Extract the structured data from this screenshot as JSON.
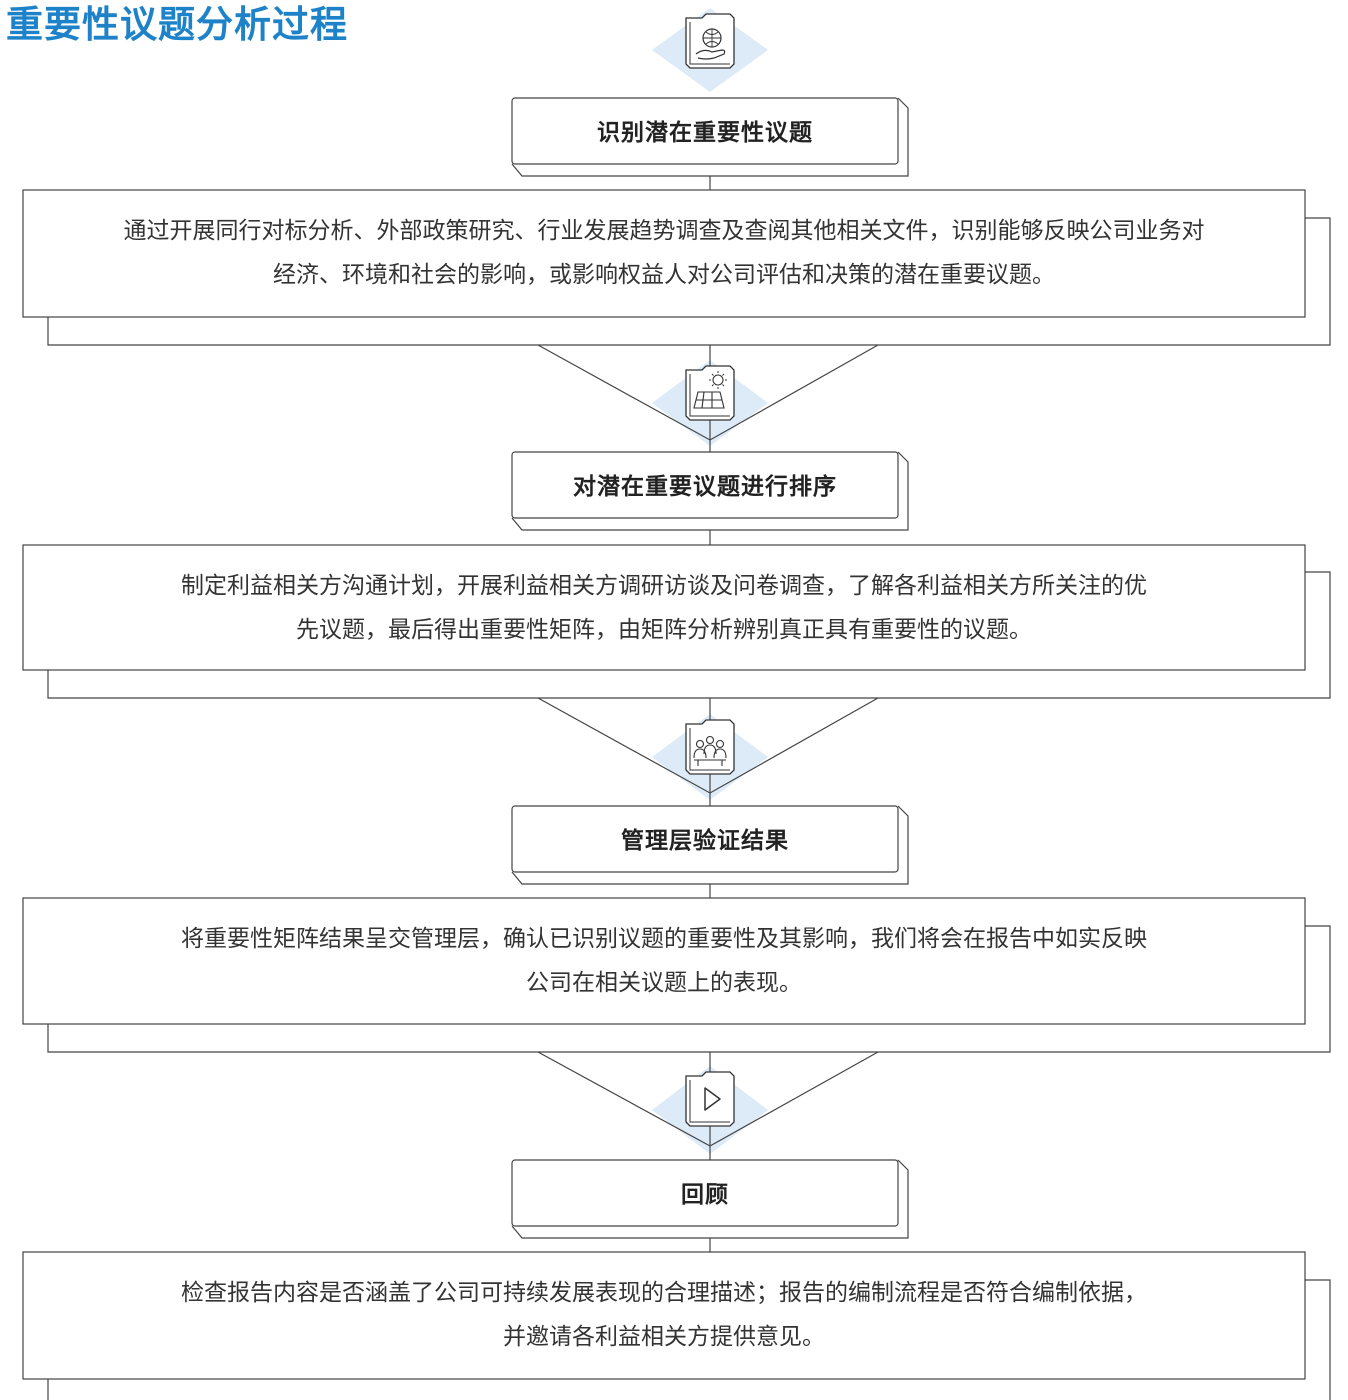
{
  "title": "重要性议题分析过程",
  "colors": {
    "title": "#1e82c8",
    "diamond": "#dcebf7",
    "line": "#444444"
  },
  "steps": [
    {
      "title": "识别潜在重要性议题",
      "icon": "globe-hand-icon",
      "description": "通过开展同行对标分析、外部政策研究、行业发展趋势调查及查阅其他相关文件，识别能够反映公司业务对经济、环境和社会的影响，或影响权益人对公司评估和决策的潜在重要议题。"
    },
    {
      "title": "对潜在重要议题进行排序",
      "icon": "solar-panel-icon",
      "description": "制定利益相关方沟通计划，开展利益相关方调研访谈及问卷调查，了解各利益相关方所关注的优先议题，最后得出重要性矩阵，由矩阵分析辨别真正具有重要性的议题。"
    },
    {
      "title": "管理层验证结果",
      "icon": "meeting-icon",
      "description": "将重要性矩阵结果呈交管理层，确认已识别议题的重要性及其影响，我们将会在报告中如实反映公司在相关议题上的表现。"
    },
    {
      "title": "回顾",
      "icon": "play-icon",
      "description": "检查报告内容是否涵盖了公司可持续发展表现的合理描述；报告的编制流程是否符合编制依据，并邀请各利益相关方提供意见。"
    }
  ]
}
